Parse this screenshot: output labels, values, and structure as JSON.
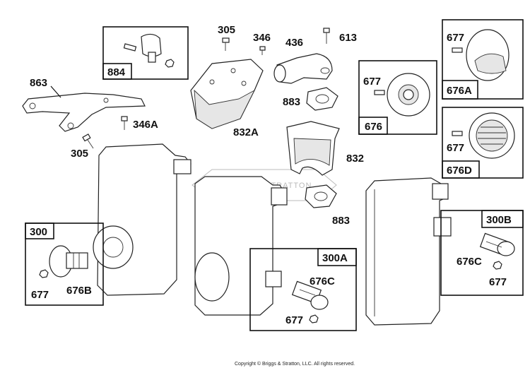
{
  "labels": {
    "p863": "863",
    "p305a": "305",
    "p346": "346",
    "p436": "436",
    "p613": "613",
    "p884": "884",
    "p346A": "346A",
    "p305b": "305",
    "p832A": "832A",
    "p883a": "883",
    "p832": "832",
    "p883b": "883",
    "p677a": "677",
    "p676": "676",
    "p677b": "677",
    "p676A": "676A",
    "p677c": "677",
    "p676D": "676D",
    "p300": "300",
    "p677d": "677",
    "p676B": "676B",
    "p300A": "300A",
    "p676C_a": "676C",
    "p677e": "677",
    "p300B": "300B",
    "p676C_b": "676C",
    "p677f": "677"
  },
  "watermark": "BRIGGS&STRATTON",
  "copyright": "Copyright © Briggs & Stratton, LLC. All rights reserved."
}
